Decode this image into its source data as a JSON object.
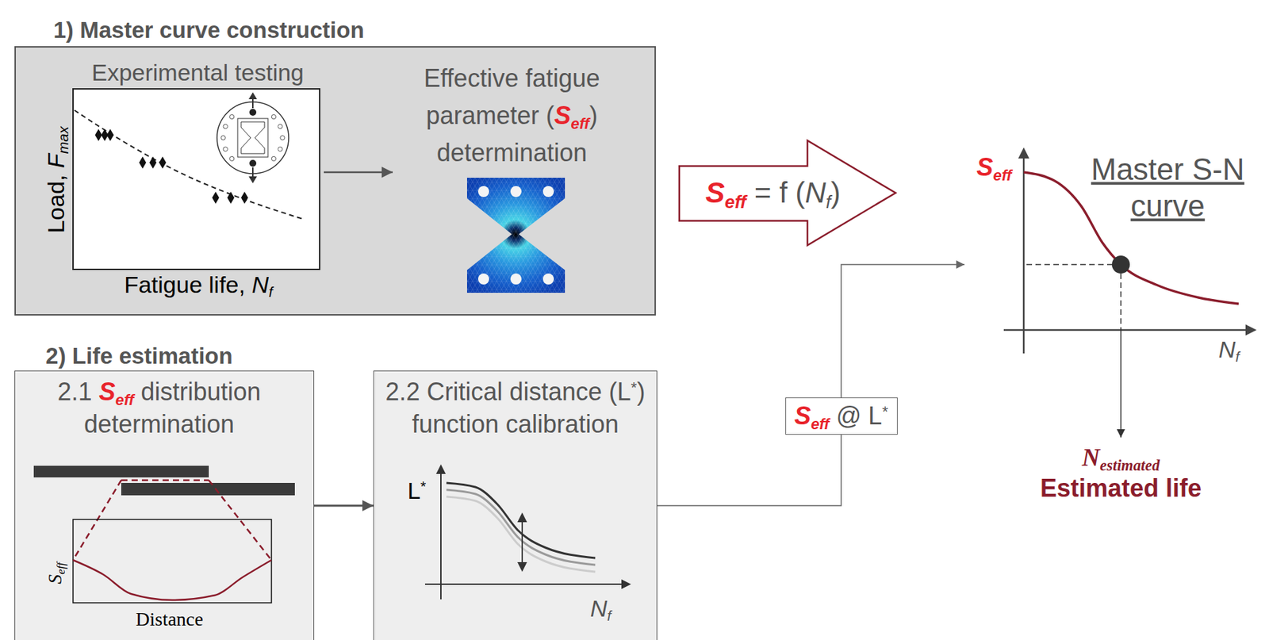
{
  "diagram": {
    "nodes": [
      {
        "text": [
          "1) Master curve construction"
        ]
      },
      {
        "text": [
          "Experimental testing",
          "Load, Fmax",
          "Fatigue life, Nf"
        ],
        "in": 0
      },
      {
        "text": [
          "Effective fatigue parameter (Seff) determination"
        ],
        "in": 0
      },
      {
        "text": [
          "Seff = f (Nf)"
        ]
      },
      {
        "text": [
          "Seff",
          "Master S-N curve",
          "Nf"
        ]
      },
      {
        "text": [
          "Nestimated",
          "Estimated life"
        ]
      },
      {
        "text": [
          "2.1 Seff distribution determination",
          "Seff",
          "Distance"
        ]
      },
      {
        "text": [
          "2.2 Critical distance (L*) function calibration",
          "L*",
          "Nf"
        ]
      },
      {
        "text": [
          "Seff @ L*"
        ]
      }
    ],
    "edges": [
      {
        "from": 1,
        "to": 2,
        "arrow": "to"
      },
      {
        "from": 6,
        "to": 7,
        "arrow": "to"
      },
      {
        "from": 7,
        "to": 8,
        "arrow": "none"
      },
      {
        "from": 8,
        "to": 4,
        "arrow": "to"
      },
      {
        "from": 4,
        "to": 5,
        "arrow": "to"
      }
    ],
    "labels": [
      "2) Life estimation"
    ]
  }
}
